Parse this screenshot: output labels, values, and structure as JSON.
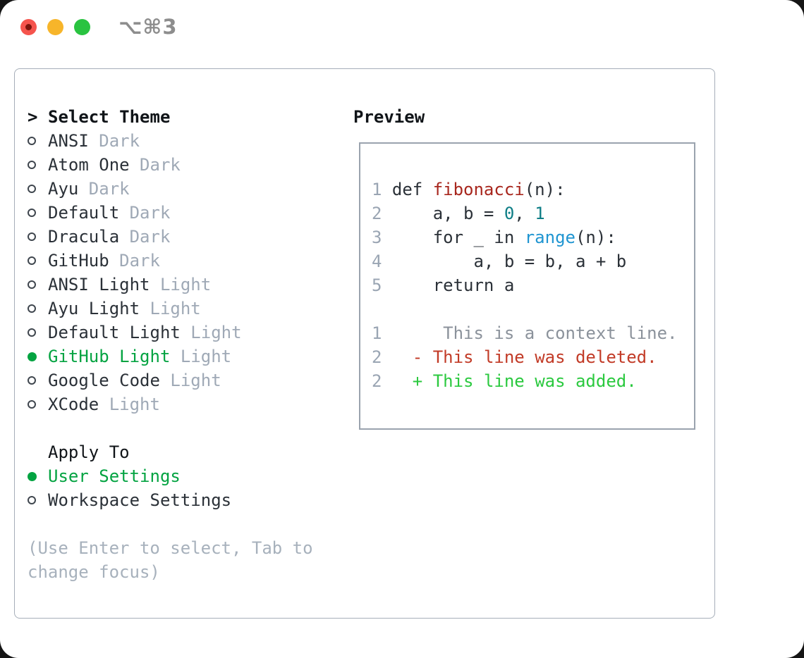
{
  "window": {
    "title": "⌥⌘3"
  },
  "theme_picker": {
    "prompt": ">",
    "title": "Select Theme",
    "items": [
      {
        "name": "ANSI",
        "tag": "Dark",
        "selected": false
      },
      {
        "name": "Atom One",
        "tag": "Dark",
        "selected": false
      },
      {
        "name": "Ayu",
        "tag": "Dark",
        "selected": false
      },
      {
        "name": "Default",
        "tag": "Dark",
        "selected": false
      },
      {
        "name": "Dracula",
        "tag": "Dark",
        "selected": false
      },
      {
        "name": "GitHub",
        "tag": "Dark",
        "selected": false
      },
      {
        "name": "ANSI Light",
        "tag": "Light",
        "selected": false
      },
      {
        "name": "Ayu Light",
        "tag": "Light",
        "selected": false
      },
      {
        "name": "Default Light",
        "tag": "Light",
        "selected": false
      },
      {
        "name": "GitHub Light",
        "tag": "Light",
        "selected": true
      },
      {
        "name": "Google Code",
        "tag": "Light",
        "selected": false
      },
      {
        "name": "XCode",
        "tag": "Light",
        "selected": false
      }
    ],
    "apply_to": {
      "title": "Apply To",
      "options": [
        {
          "label": "User Settings",
          "selected": true
        },
        {
          "label": "Workspace Settings",
          "selected": false
        }
      ]
    },
    "help_lines": [
      "(Use Enter to select, Tab to",
      "change focus)"
    ]
  },
  "preview": {
    "title": "Preview",
    "lines": [
      {
        "num": "1",
        "tokens": [
          {
            "t": "def ",
            "c": "plain"
          },
          {
            "t": "fibonacci",
            "c": "func"
          },
          {
            "t": "(n):",
            "c": "plain"
          }
        ]
      },
      {
        "num": "2",
        "tokens": [
          {
            "t": "    a, b = ",
            "c": "plain"
          },
          {
            "t": "0",
            "c": "num"
          },
          {
            "t": ", ",
            "c": "plain"
          },
          {
            "t": "1",
            "c": "num"
          }
        ]
      },
      {
        "num": "3",
        "tokens": [
          {
            "t": "    for _ in ",
            "c": "plain"
          },
          {
            "t": "range",
            "c": "builtin"
          },
          {
            "t": "(n):",
            "c": "plain"
          }
        ]
      },
      {
        "num": "4",
        "tokens": [
          {
            "t": "        a, b = b, a + b",
            "c": "plain"
          }
        ]
      },
      {
        "num": "5",
        "tokens": [
          {
            "t": "    return a",
            "c": "plain"
          }
        ]
      },
      {
        "num": "",
        "tokens": []
      },
      {
        "num": "1",
        "tokens": [
          {
            "t": "     This is a context line.",
            "c": "context"
          }
        ]
      },
      {
        "num": "2",
        "tokens": [
          {
            "t": "  ",
            "c": "plain"
          },
          {
            "t": "- This line was deleted.",
            "c": "deleted"
          }
        ]
      },
      {
        "num": "2",
        "tokens": [
          {
            "t": "  ",
            "c": "plain"
          },
          {
            "t": "+ This line was added.",
            "c": "added"
          }
        ]
      }
    ]
  },
  "colors": {
    "accent_green": "#03a341",
    "item_text": "#2b3138",
    "tag_text": "#9fa9b6",
    "header_text": "#101418",
    "help_text": "#a7b1bc",
    "line_number": "#9aa5b3",
    "code_plain": "#2b3138",
    "code_function": "#a8271e",
    "code_number": "#0e7e86",
    "code_builtin": "#1f95d1",
    "diff_context": "#8b929b",
    "diff_deleted": "#c23b27",
    "diff_added": "#2bc93f",
    "panel_border": "#a6aeb9",
    "preview_border": "#9aa3ae",
    "window_title": "#8d8d8d",
    "traffic_red": "#f5544d",
    "traffic_red_dot": "#7c150d",
    "traffic_yellow": "#f7b52a",
    "traffic_green": "#29c340",
    "radio_ring": "#3f464e"
  }
}
